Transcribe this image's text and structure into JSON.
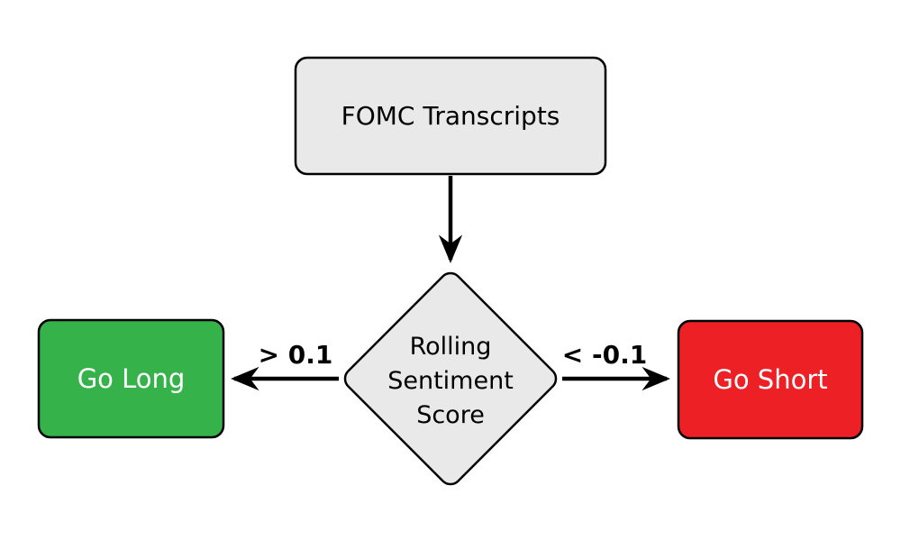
{
  "diagram": {
    "nodes": {
      "source": {
        "label": "FOMC Transcripts"
      },
      "decision": {
        "lines": [
          "Rolling",
          "Sentiment",
          "Score"
        ]
      },
      "long": {
        "label": "Go Long"
      },
      "short": {
        "label": "Go Short"
      }
    },
    "edges": {
      "long_condition": "> 0.1",
      "short_condition": "< -0.1"
    },
    "colors": {
      "node_fill": "#e9e9e9",
      "stroke": "#000000",
      "long_fill": "#35b34a",
      "short_fill": "#ed2025",
      "edge_color": "#000000",
      "action_text": "#ffffff",
      "node_text": "#000000"
    }
  }
}
